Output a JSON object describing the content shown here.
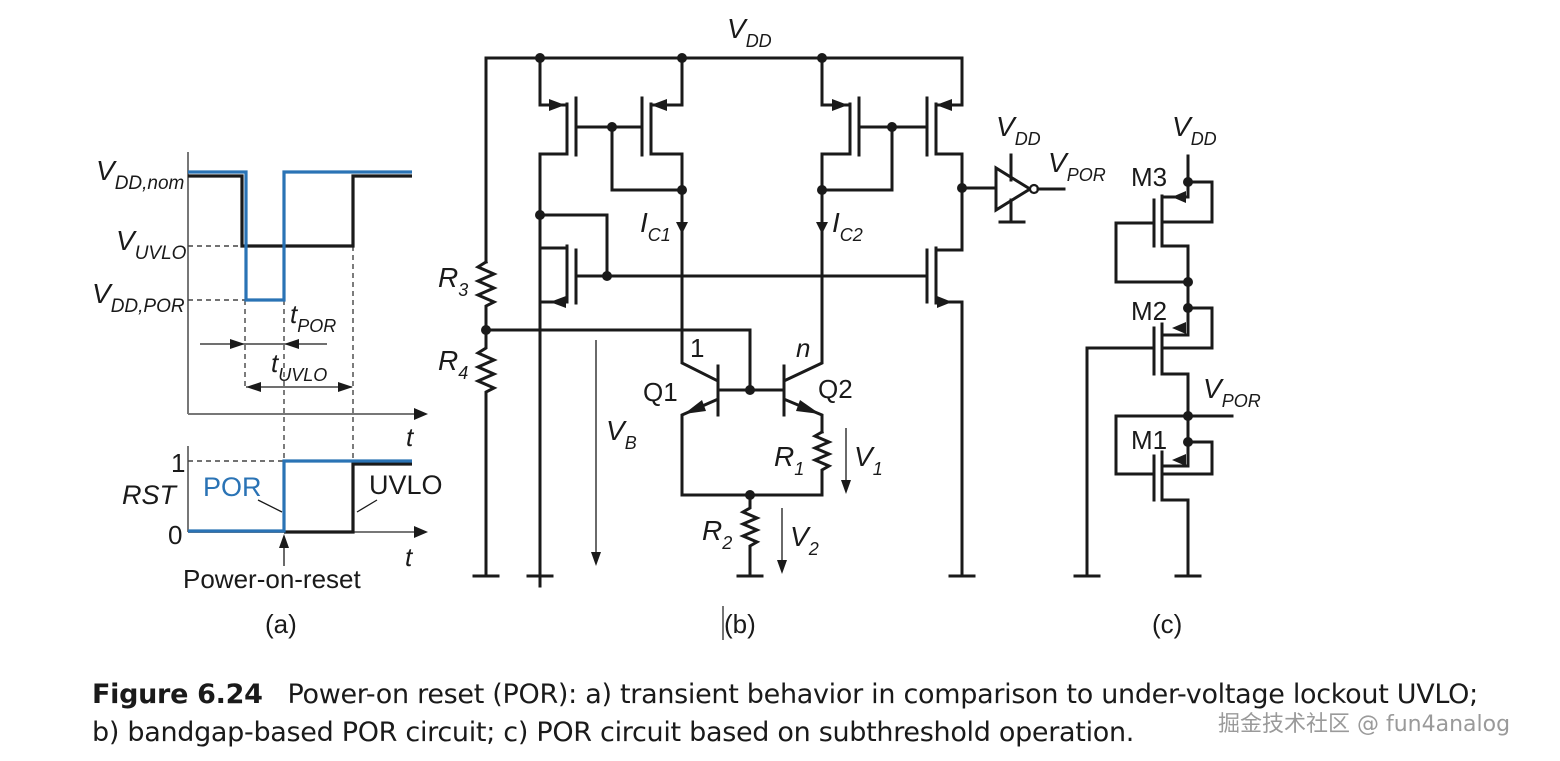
{
  "figure": {
    "panel_a": {
      "label": "(a)",
      "voltage_plot": {
        "levels": [
          "V_DD,nom",
          "V_UVLO",
          "V_DD,POR"
        ],
        "y_labels": {
          "vdd_nom_main": "V",
          "vdd_nom_sub": "DD,nom",
          "vuvlo_main": "V",
          "vuvlo_sub": "UVLO",
          "vddpor_main": "V",
          "vddpor_sub": "DD,POR"
        },
        "timing": {
          "tpor_main": "t",
          "tpor_sub": "POR",
          "tuvlo_main": "t",
          "tuvlo_sub": "UVLO"
        },
        "x_axis": "t"
      },
      "reset_plot": {
        "y_label": "RST",
        "tick_high": "1",
        "tick_low": "0",
        "x_axis": "t",
        "series": [
          {
            "name": "POR",
            "color": "#2a73b5"
          },
          {
            "name": "UVLO",
            "color": "#1a1a1a"
          }
        ],
        "event_label": "Power-on-reset"
      }
    },
    "panel_b": {
      "label": "(b)",
      "vdd": {
        "main": "V",
        "sub": "DD"
      },
      "inverter_vdd": {
        "main": "V",
        "sub": "DD"
      },
      "vpor": {
        "main": "V",
        "sub": "POR"
      },
      "ic1": {
        "main": "I",
        "sub": "C1"
      },
      "ic2": {
        "main": "I",
        "sub": "C2"
      },
      "r3": {
        "main": "R",
        "sub": "3"
      },
      "r4": {
        "main": "R",
        "sub": "4"
      },
      "r1": {
        "main": "R",
        "sub": "1"
      },
      "r2": {
        "main": "R",
        "sub": "2"
      },
      "vb": {
        "main": "V",
        "sub": "B"
      },
      "v1": {
        "main": "V",
        "sub": "1"
      },
      "v2": {
        "main": "V",
        "sub": "2"
      },
      "q1": "Q1",
      "q2": "Q2",
      "q1_ratio": "1",
      "q2_ratio": "n"
    },
    "panel_c": {
      "label": "(c)",
      "vdd": {
        "main": "V",
        "sub": "DD"
      },
      "vpor": {
        "main": "V",
        "sub": "POR"
      },
      "m3": "M3",
      "m2": "M2",
      "m1": "M1"
    }
  },
  "caption": {
    "number": "Figure 6.24",
    "line1": "Power-on reset (POR): a) transient behavior in comparison to under-voltage lockout UVLO;",
    "line2": "b) bandgap-based POR circuit; c) POR circuit based on subthreshold operation."
  },
  "watermark": "掘金技术社区 @ fun4analog"
}
